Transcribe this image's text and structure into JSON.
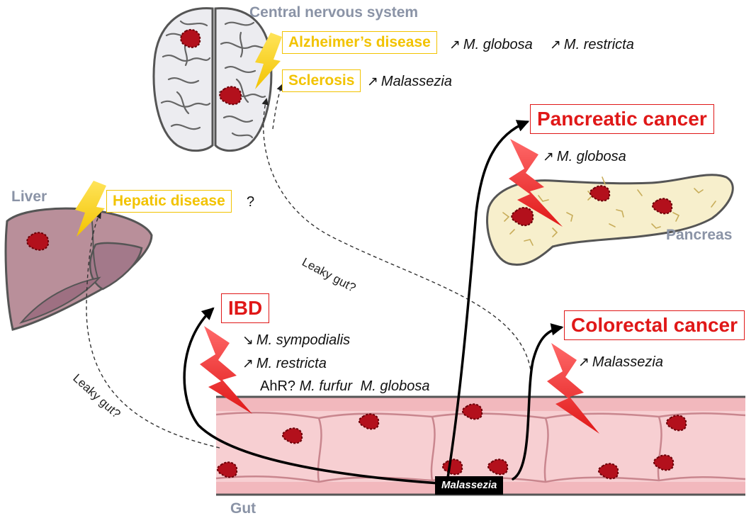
{
  "organs": {
    "cns": "Central nervous system",
    "liver": "Liver",
    "pancreas": "Pancreas",
    "gut": "Gut"
  },
  "diseases": {
    "alzheimer": "Alzheimer’s disease",
    "sclerosis": "Sclerosis",
    "hepatic": "Hepatic disease",
    "pancreatic": "Pancreatic cancer",
    "ibd": "IBD",
    "colorectal": "Colorectal cancer"
  },
  "associations": {
    "alzheimer_1": "M. globosa",
    "alzheimer_2": "M. restricta",
    "sclerosis_1": "Malassezia",
    "hepatic_unknown": "?",
    "pancreatic_1": "M. globosa",
    "ibd_1": "M. sympodialis",
    "ibd_2": "M. restricta",
    "ibd_ahr": "AhR?",
    "ibd_3": "M. furfur",
    "ibd_4": "M. globosa",
    "colorectal_1": "Malassezia"
  },
  "arrows": {
    "up": "↗",
    "down": "↘"
  },
  "routes": {
    "leaky_1": "Leaky gut?",
    "leaky_2": "Leaky gut?"
  },
  "source_tag": "Malassezia",
  "colors": {
    "red": "#e01818",
    "yellow": "#f2c300",
    "organ_label": "#8a93a6",
    "lesion": "#b3101c",
    "gut_fill": "#f7cfd2",
    "liver_fill": "#b98f9a",
    "pancreas_fill": "#f7efcc",
    "brain_fill": "#ececf0"
  }
}
